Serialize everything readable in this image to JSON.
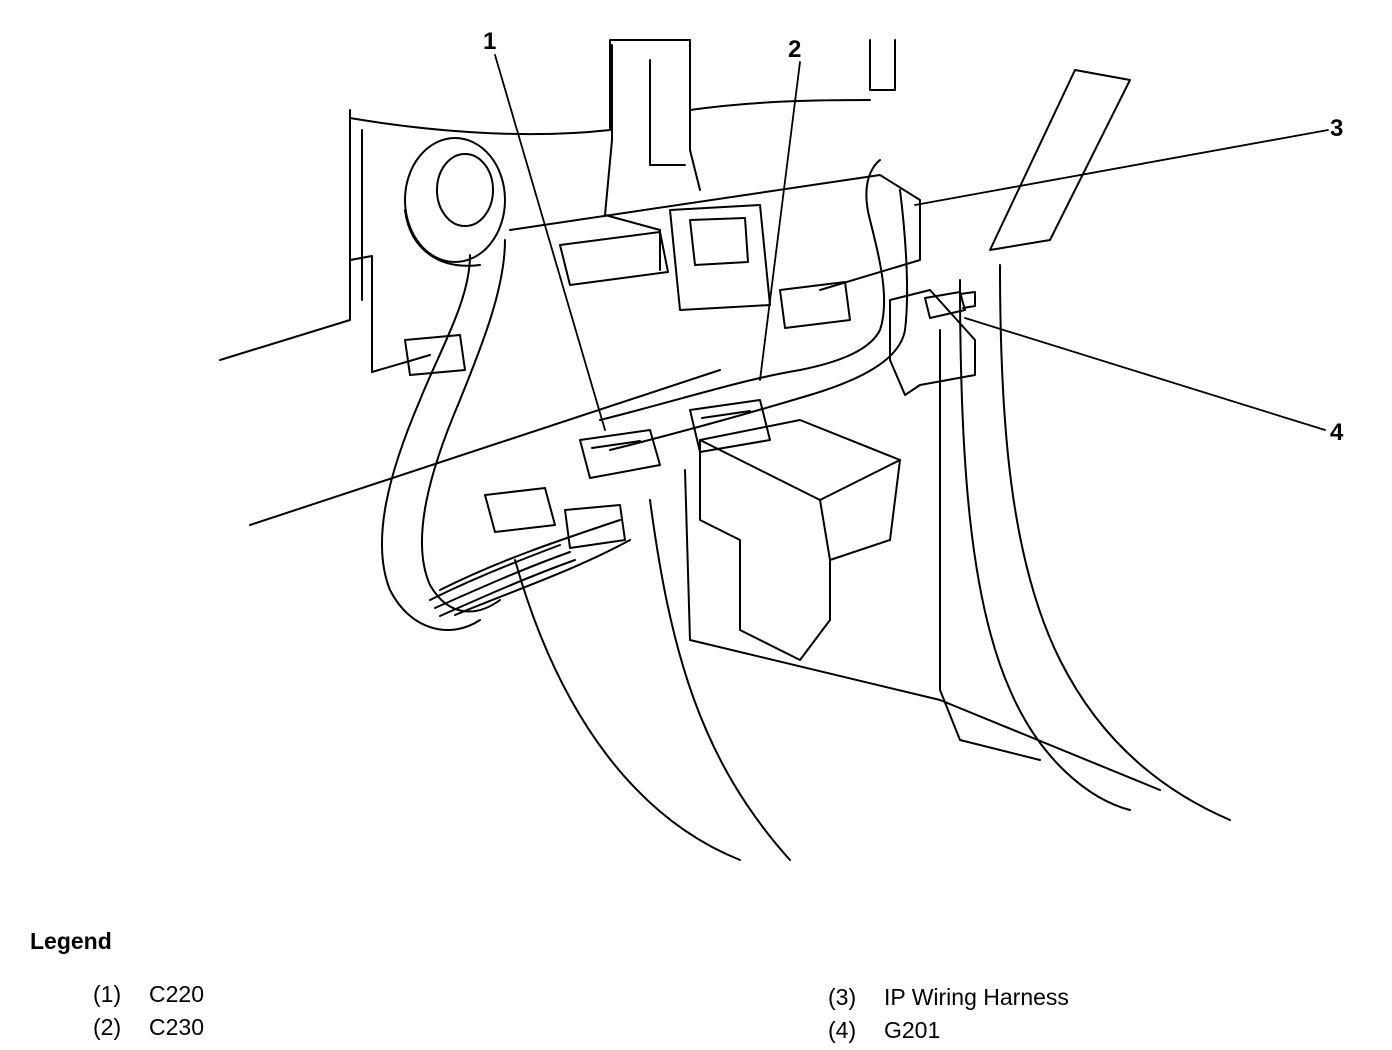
{
  "callouts": [
    "1",
    "2",
    "3",
    "4"
  ],
  "legend": {
    "title": "Legend",
    "items": [
      {
        "num": "(1)",
        "label": "C220"
      },
      {
        "num": "(2)",
        "label": "C230"
      },
      {
        "num": "(3)",
        "label": "IP Wiring Harness"
      },
      {
        "num": "(4)",
        "label": "G201"
      }
    ]
  }
}
